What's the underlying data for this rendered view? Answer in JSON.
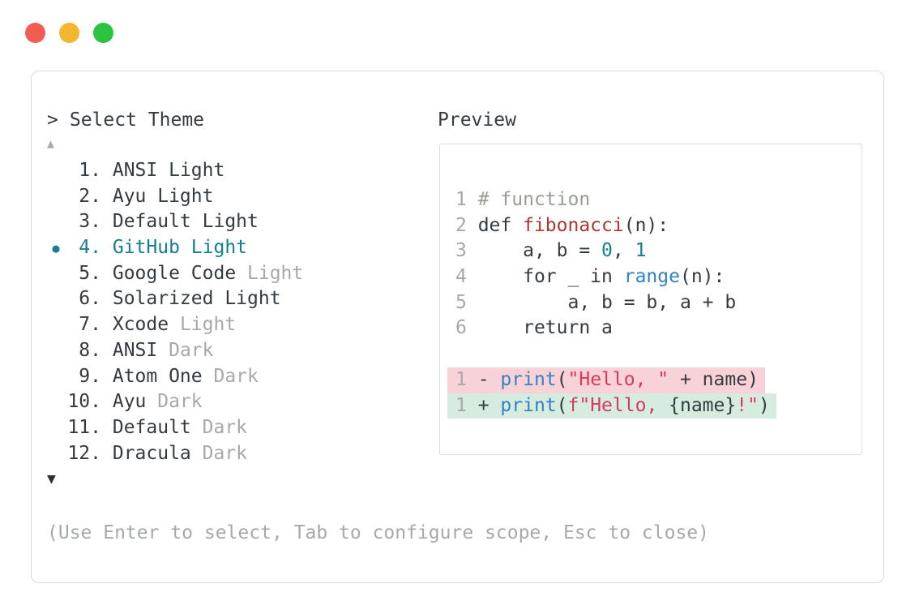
{
  "window": {
    "controls": [
      {
        "name": "close-button",
        "color_key": "traffic_red"
      },
      {
        "name": "minimize-button",
        "color_key": "traffic_yellow"
      },
      {
        "name": "maximize-button",
        "color_key": "traffic_green"
      }
    ]
  },
  "header": {
    "prompt_symbol": ">",
    "title": "Select Theme"
  },
  "preview": {
    "label": "Preview"
  },
  "theme_list": {
    "scroll_up_icon": "▲",
    "scroll_down_icon": "▼",
    "selected_bullet_icon": "●",
    "items": [
      {
        "num": "1.",
        "name": "ANSI",
        "suffix": "Light",
        "muted_suffix": false,
        "selected": false
      },
      {
        "num": "2.",
        "name": "Ayu",
        "suffix": "Light",
        "muted_suffix": false,
        "selected": false
      },
      {
        "num": "3.",
        "name": "Default",
        "suffix": "Light",
        "muted_suffix": false,
        "selected": false
      },
      {
        "num": "4.",
        "name": "GitHub",
        "suffix": "Light",
        "muted_suffix": false,
        "selected": true
      },
      {
        "num": "5.",
        "name": "Google Code",
        "suffix": "Light",
        "muted_suffix": true,
        "selected": false
      },
      {
        "num": "6.",
        "name": "Solarized",
        "suffix": "Light",
        "muted_suffix": false,
        "selected": false
      },
      {
        "num": "7.",
        "name": "Xcode",
        "suffix": "Light",
        "muted_suffix": true,
        "selected": false
      },
      {
        "num": "8.",
        "name": "ANSI",
        "suffix": "Dark",
        "muted_suffix": true,
        "selected": false
      },
      {
        "num": "9.",
        "name": "Atom One",
        "suffix": "Dark",
        "muted_suffix": true,
        "selected": false
      },
      {
        "num": "10.",
        "name": "Ayu",
        "suffix": "Dark",
        "muted_suffix": true,
        "selected": false
      },
      {
        "num": "11.",
        "name": "Default",
        "suffix": "Dark",
        "muted_suffix": true,
        "selected": false
      },
      {
        "num": "12.",
        "name": "Dracula",
        "suffix": "Dark",
        "muted_suffix": true,
        "selected": false
      }
    ]
  },
  "code_preview": {
    "lines": [
      {
        "num": "1",
        "diff": "",
        "tokens": [
          {
            "text": "# function",
            "style": "comment"
          }
        ]
      },
      {
        "num": "2",
        "diff": "",
        "tokens": [
          {
            "text": "def ",
            "style": "text"
          },
          {
            "text": "fibonacci",
            "style": "function"
          },
          {
            "text": "(n):",
            "style": "text"
          }
        ]
      },
      {
        "num": "3",
        "diff": "",
        "tokens": [
          {
            "text": "    a, b = ",
            "style": "text"
          },
          {
            "text": "0",
            "style": "number"
          },
          {
            "text": ", ",
            "style": "text"
          },
          {
            "text": "1",
            "style": "number"
          }
        ]
      },
      {
        "num": "4",
        "diff": "",
        "tokens": [
          {
            "text": "    for _ in ",
            "style": "text"
          },
          {
            "text": "range",
            "style": "builtin"
          },
          {
            "text": "(n):",
            "style": "text"
          }
        ]
      },
      {
        "num": "5",
        "diff": "",
        "tokens": [
          {
            "text": "        a, b = b, a + b",
            "style": "text"
          }
        ]
      },
      {
        "num": "6",
        "diff": "",
        "tokens": [
          {
            "text": "    return a",
            "style": "text"
          }
        ]
      },
      {
        "num": "",
        "diff": "",
        "tokens": []
      },
      {
        "num": "1",
        "diff": "removed",
        "tokens": [
          {
            "text": "- ",
            "style": "text"
          },
          {
            "text": "print",
            "style": "builtin"
          },
          {
            "text": "(",
            "style": "text"
          },
          {
            "text": "\"Hello, \"",
            "style": "string"
          },
          {
            "text": " + name)",
            "style": "text"
          }
        ]
      },
      {
        "num": "1",
        "diff": "added",
        "tokens": [
          {
            "text": "+ ",
            "style": "text"
          },
          {
            "text": "print",
            "style": "builtin"
          },
          {
            "text": "(",
            "style": "text"
          },
          {
            "text": "f\"Hello, ",
            "style": "string"
          },
          {
            "text": "{name}",
            "style": "text"
          },
          {
            "text": "!\"",
            "style": "string"
          },
          {
            "text": ")",
            "style": "text"
          }
        ]
      }
    ]
  },
  "footer": {
    "hint": "(Use Enter to select, Tab to configure scope, Esc to close)"
  },
  "colors": {
    "text_dark": "#343b41",
    "muted_gray": "#a6a9ab",
    "comment_green": "#979e93",
    "accent_teal": "#15808d",
    "func_red": "#a83a32",
    "builtin_blue": "#3083c4",
    "string_crimson": "#d83a5f",
    "removed_bg": "#f8d2d6",
    "added_bg": "#d5ecdf",
    "panel_border": "#d9d9d9",
    "box_border": "#dcdcdc",
    "traffic_red": "#f15e51",
    "traffic_yellow": "#f4b52f",
    "traffic_green": "#2bc440",
    "scroll_up_gray": "#a9a9a9",
    "scroll_down_dark": "#2e2e2e"
  }
}
